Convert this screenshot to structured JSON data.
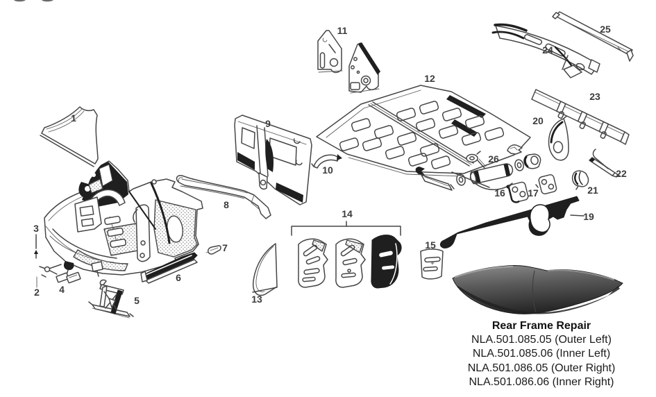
{
  "part_labels": [
    "1",
    "2",
    "3",
    "4",
    "5",
    "6",
    "7",
    "8",
    "9",
    "10",
    "11",
    "12",
    "13",
    "14",
    "15",
    "16",
    "17",
    "19",
    "20",
    "21",
    "22",
    "23",
    "24",
    "25",
    "26"
  ],
  "caption": {
    "title": "Rear Frame Repair",
    "lines": [
      "NLA.501.085.05 (Outer Left)",
      "NLA.501.085.06 (Inner Left)",
      "NLA.501.086.05 (Outer Right)",
      "NLA.501.086.06 (Inner Right)"
    ]
  },
  "colors": {
    "background": "#ffffff",
    "line": "#454545",
    "black_fill": "#1f1f1f",
    "label_text": "#3b3b3b",
    "caption_text": "#111111",
    "stipple": "#9a9a9a",
    "photo_dark": "#262626"
  }
}
